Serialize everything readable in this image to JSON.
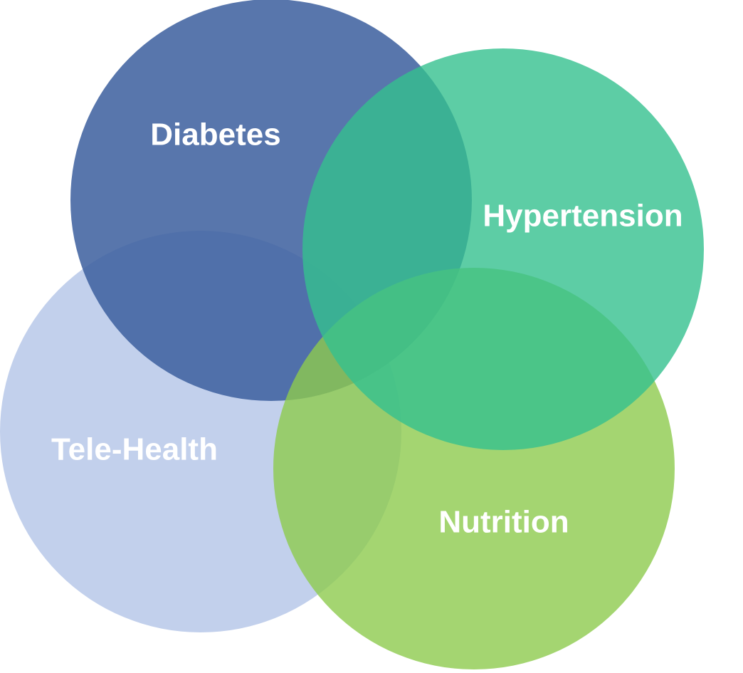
{
  "diagram": {
    "type": "venn",
    "circles": [
      {
        "id": "tele-health",
        "label": "Tele-Health",
        "color": "#b4c6e8"
      },
      {
        "id": "diabetes",
        "label": "Diabetes",
        "color": "#3d5f9e"
      },
      {
        "id": "nutrition",
        "label": "Nutrition",
        "color": "#8dcb4d"
      },
      {
        "id": "hypertension",
        "label": "Hypertension",
        "color": "#35c08f"
      }
    ]
  }
}
